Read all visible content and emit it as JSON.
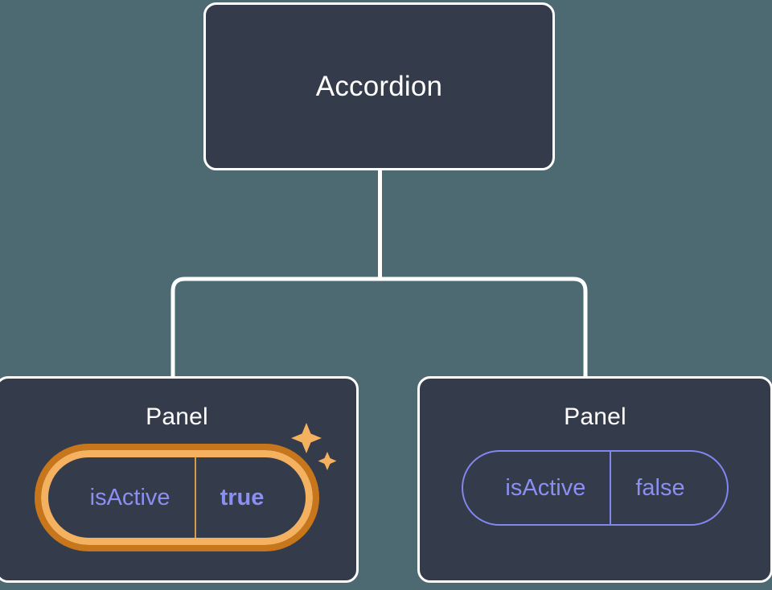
{
  "theme": {
    "background": "#4d6a73",
    "card_fill": "#343b4a",
    "card_border": "#ffffff",
    "edge_color": "#ffffff",
    "prop_text": "#8b8ff2",
    "prop_border": "#8287f0",
    "highlight_inner": "#f4b15f",
    "highlight_outer": "#c8761b",
    "sparkle_color": "#f4b15f"
  },
  "tree": {
    "root": {
      "title": "Accordion"
    },
    "children": [
      {
        "title": "Panel",
        "highlighted": true,
        "prop": {
          "key": "isActive",
          "value": "true"
        }
      },
      {
        "title": "Panel",
        "highlighted": false,
        "prop": {
          "key": "isActive",
          "value": "false"
        }
      }
    ]
  },
  "icons": {
    "sparkle_large": "sparkle-icon",
    "sparkle_small": "sparkle-icon"
  }
}
